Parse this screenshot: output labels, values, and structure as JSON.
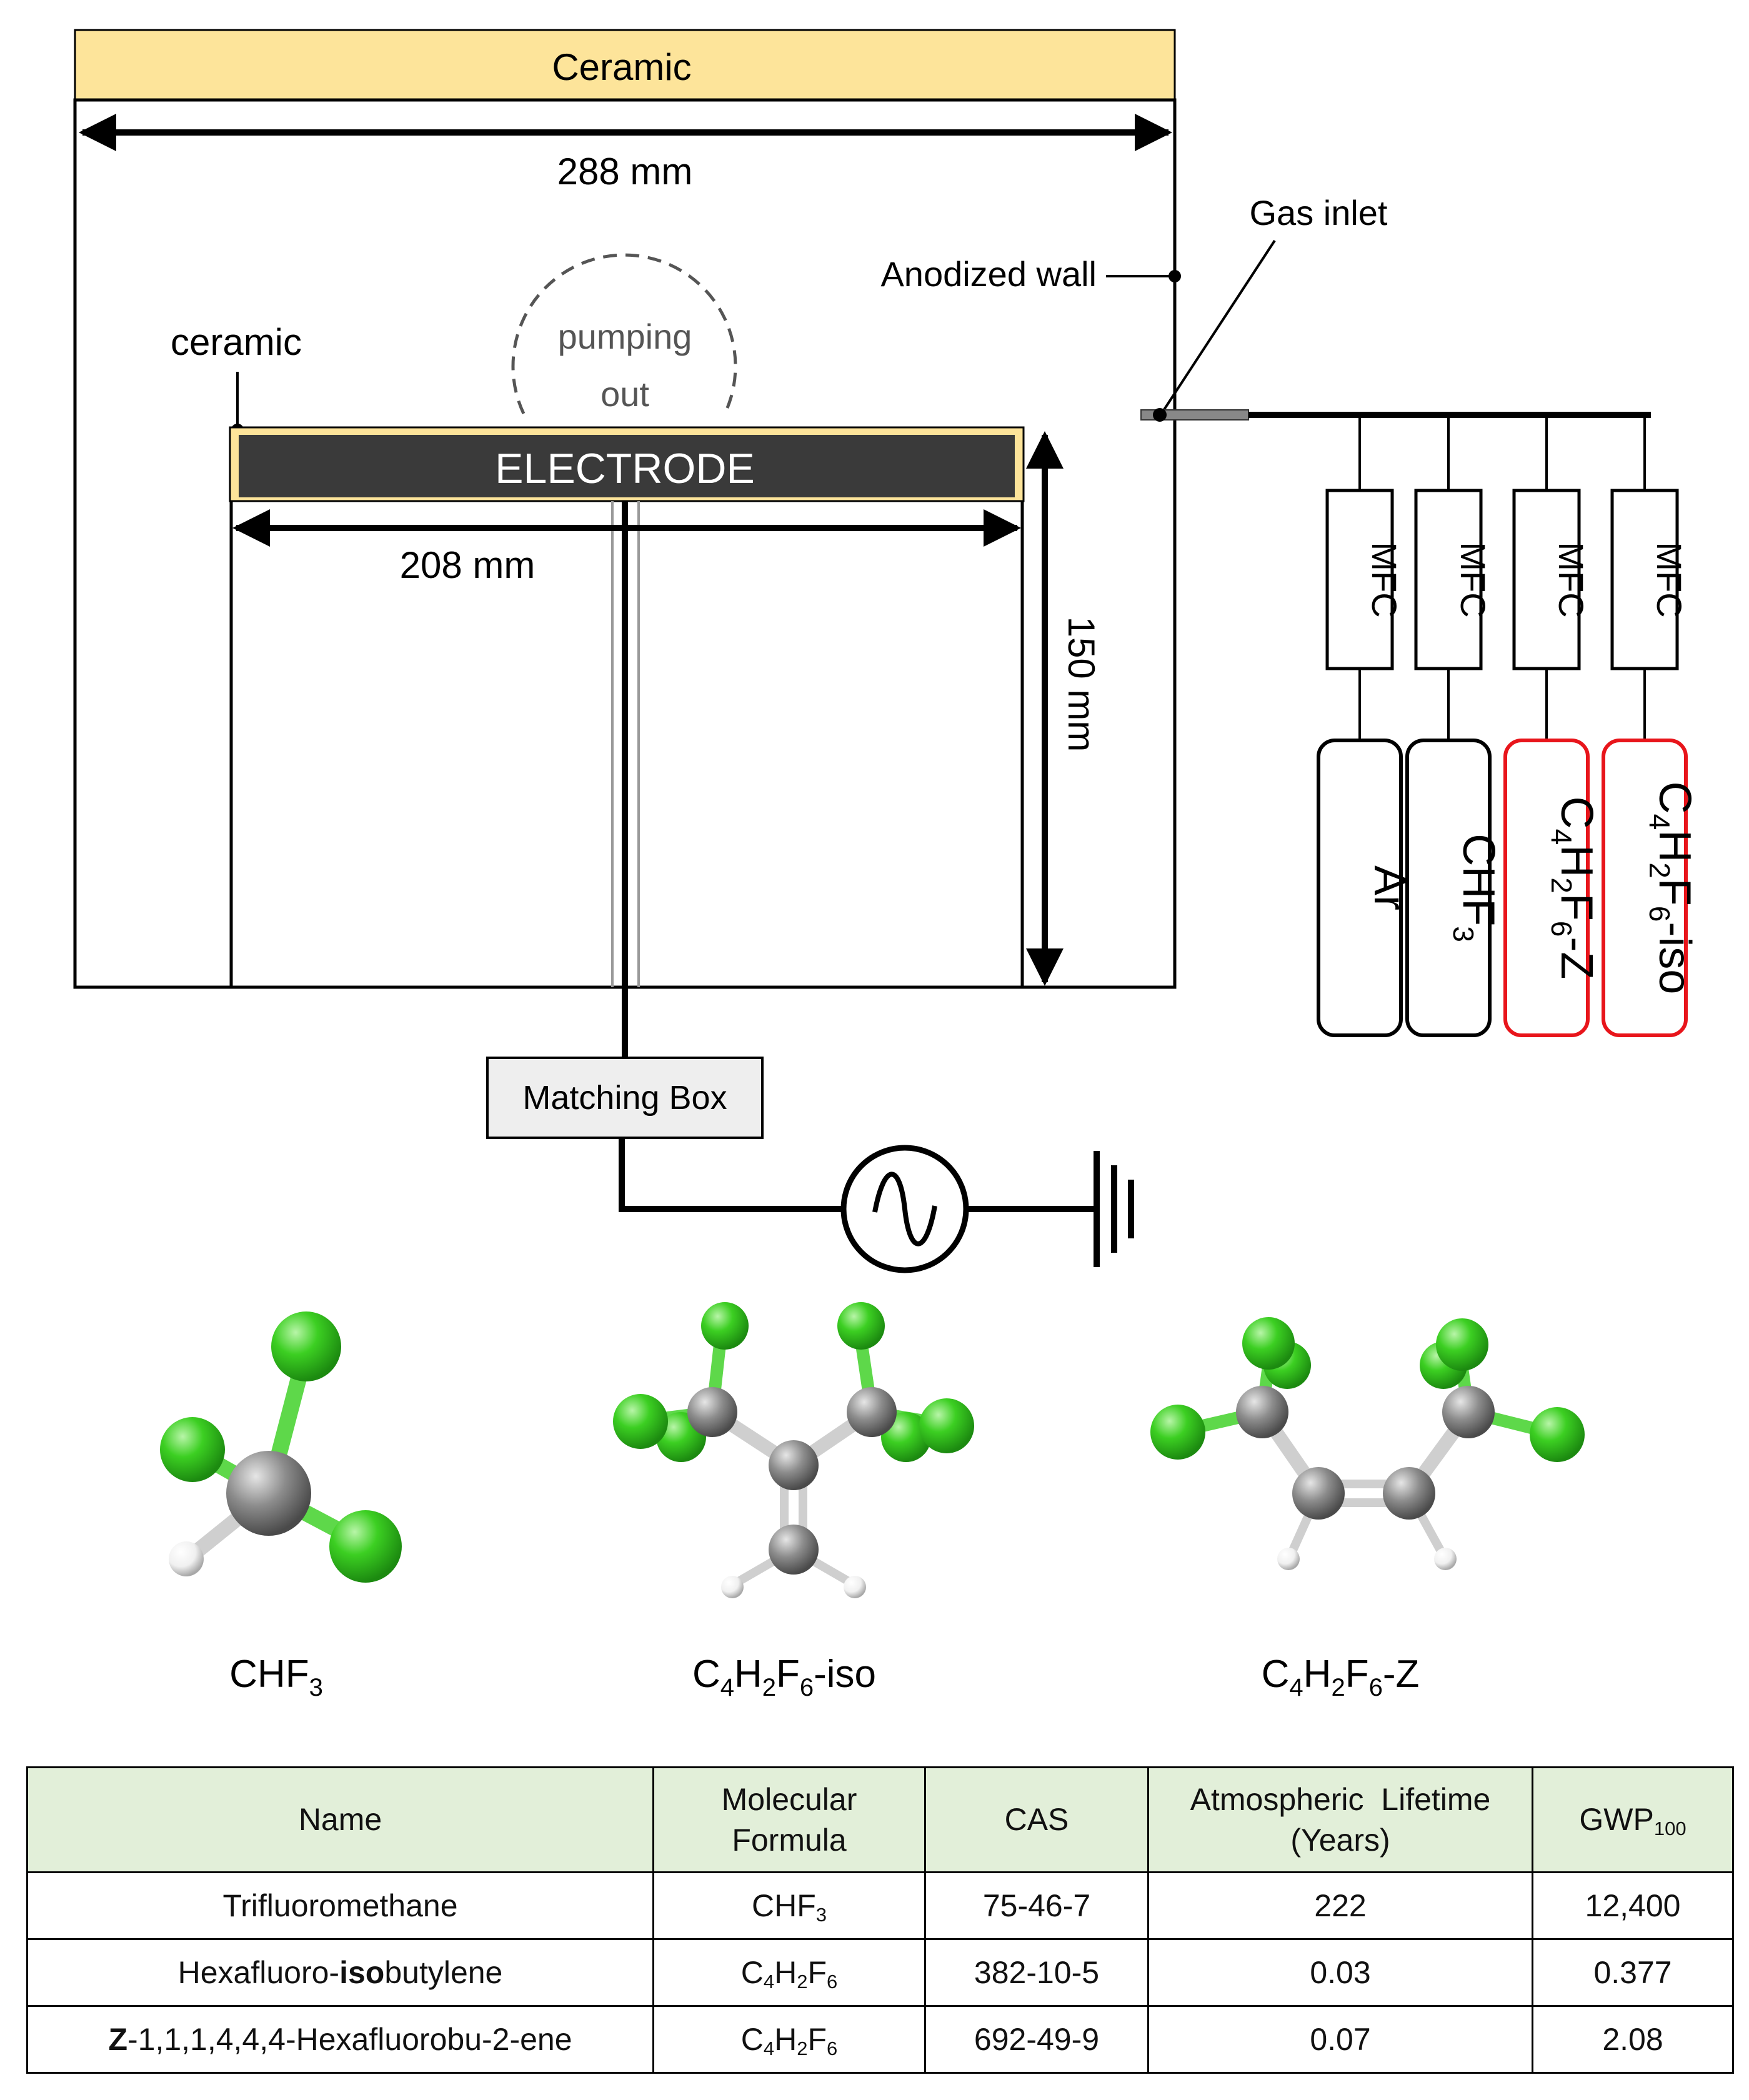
{
  "diagram": {
    "ceramic_top": "Ceramic",
    "width_dim": "288 mm",
    "gas_inlet": "Gas inlet",
    "anodized_wall": "Anodized wall",
    "ceramic_side": "ceramic",
    "pumping_line1": "pumping",
    "pumping_line2": "out",
    "electrode": "ELECTRODE",
    "electrode_dim": "208 mm",
    "height_dim": "150 mm",
    "mfc_label": "MFC",
    "gases": [
      {
        "base": "Ar",
        "sub": "",
        "suffix": "",
        "highlight": false
      },
      {
        "base": "CHF",
        "sub": "3",
        "suffix": "",
        "highlight": false
      },
      {
        "base": "C",
        "sub": "4",
        "mid": "H",
        "sub2": "2",
        "mid2": "F",
        "sub3": "6",
        "suffix": "-Z",
        "highlight": true
      },
      {
        "base": "C",
        "sub": "4",
        "mid": "H",
        "sub2": "2",
        "mid2": "F",
        "sub3": "6",
        "suffix": "-iso",
        "highlight": true
      }
    ],
    "matching_box": "Matching Box",
    "colors": {
      "ceramic": "#fde49a",
      "electrode": "#3a3a3a",
      "highlight": "#e8151b",
      "fluorine": "#35c21f",
      "carbon": "#8c8c8c",
      "hydrogen": "#f2f2f2",
      "table_header": "#e2efd9"
    }
  },
  "molecules": [
    {
      "label_base": "CHF",
      "label_sub": "3",
      "label_rest": ""
    },
    {
      "label_base": "C",
      "label_sub": "4",
      "label_mid": "H",
      "label_sub2": "2",
      "label_mid2": "F",
      "label_sub3": "6",
      "label_rest": "-iso"
    },
    {
      "label_base": "C",
      "label_sub": "4",
      "label_mid": "H",
      "label_sub2": "2",
      "label_mid2": "F",
      "label_sub3": "6",
      "label_rest": "-Z"
    }
  ],
  "table": {
    "headers": {
      "name": "Name",
      "formula_l1": "Molecular",
      "formula_l2": "Formula",
      "cas": "CAS",
      "lifetime_l1": "Atmospheric  Lifetime",
      "lifetime_l2": "(Years)",
      "gwp": "GWP",
      "gwp_sub": "100"
    },
    "rows": [
      {
        "name_pre": "",
        "name_bold": "",
        "name_post": "Trifluoromethane",
        "formula": "CHF",
        "formula_sub": "3",
        "cas": "75-46-7",
        "lifetime": "222",
        "gwp": "12,400"
      },
      {
        "name_pre": "Hexafluoro-",
        "name_bold": "iso",
        "name_post": "butylene",
        "formula": "C4H2F6",
        "cas": "382-10-5",
        "lifetime": "0.03",
        "gwp": "0.377"
      },
      {
        "name_pre": "",
        "name_bold": "Z",
        "name_post": "-1,1,1,4,4,4-Hexafluorobu-2-ene",
        "formula": "C4H2F6",
        "cas": "692-49-9",
        "lifetime": "0.07",
        "gwp": "2.08"
      }
    ]
  }
}
